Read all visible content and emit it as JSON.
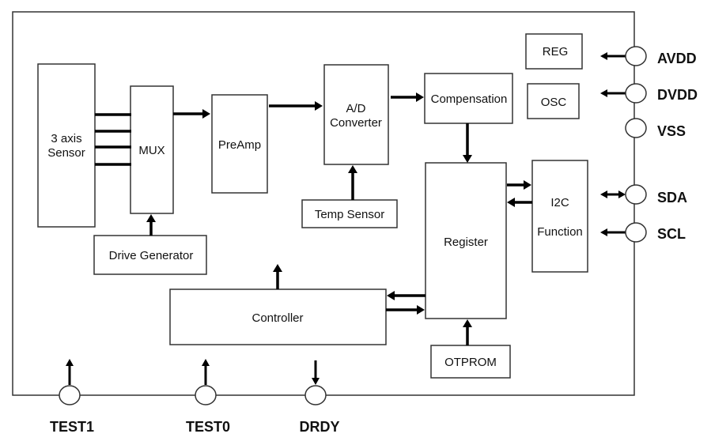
{
  "diagram": {
    "blocks": {
      "sensor": {
        "line1": "3 axis",
        "line2": "Sensor"
      },
      "mux": {
        "label": "MUX"
      },
      "preamp": {
        "label": "PreAmp"
      },
      "adc": {
        "line1": "A/D",
        "line2": "Converter"
      },
      "compensation": {
        "label": "Compensation"
      },
      "reg": {
        "label": "REG"
      },
      "osc": {
        "label": "OSC"
      },
      "register": {
        "label": "Register"
      },
      "i2c": {
        "line1": "I2C",
        "line2": "Function"
      },
      "temp_sensor": {
        "label": "Temp Sensor"
      },
      "drive_generator": {
        "label": "Drive Generator"
      },
      "controller": {
        "label": "Controller"
      },
      "otprom": {
        "label": "OTPROM"
      }
    },
    "pins": {
      "right": [
        {
          "name": "AVDD",
          "direction": "in"
        },
        {
          "name": "DVDD",
          "direction": "in"
        },
        {
          "name": "VSS",
          "direction": "none"
        },
        {
          "name": "SDA",
          "direction": "bidirectional"
        },
        {
          "name": "SCL",
          "direction": "in"
        }
      ],
      "bottom": [
        {
          "name": "TEST1",
          "direction": "in"
        },
        {
          "name": "TEST0",
          "direction": "in"
        },
        {
          "name": "DRDY",
          "direction": "out"
        }
      ]
    },
    "connections": [
      {
        "from": "3 axis Sensor",
        "to": "MUX",
        "lines": 4
      },
      {
        "from": "MUX",
        "to": "PreAmp"
      },
      {
        "from": "PreAmp",
        "to": "A/D Converter"
      },
      {
        "from": "A/D Converter",
        "to": "Compensation"
      },
      {
        "from": "Compensation",
        "to": "Register"
      },
      {
        "from": "Temp Sensor",
        "to": "A/D Converter"
      },
      {
        "from": "Drive Generator",
        "to": "MUX"
      },
      {
        "from": "Register",
        "to": "I2C Function"
      },
      {
        "from": "I2C Function",
        "to": "Register"
      },
      {
        "from": "Register",
        "to": "Controller"
      },
      {
        "from": "Controller",
        "to": "Register"
      },
      {
        "from": "OTPROM",
        "to": "Register"
      },
      {
        "from": "Controller",
        "to": "internal (up)"
      }
    ]
  }
}
